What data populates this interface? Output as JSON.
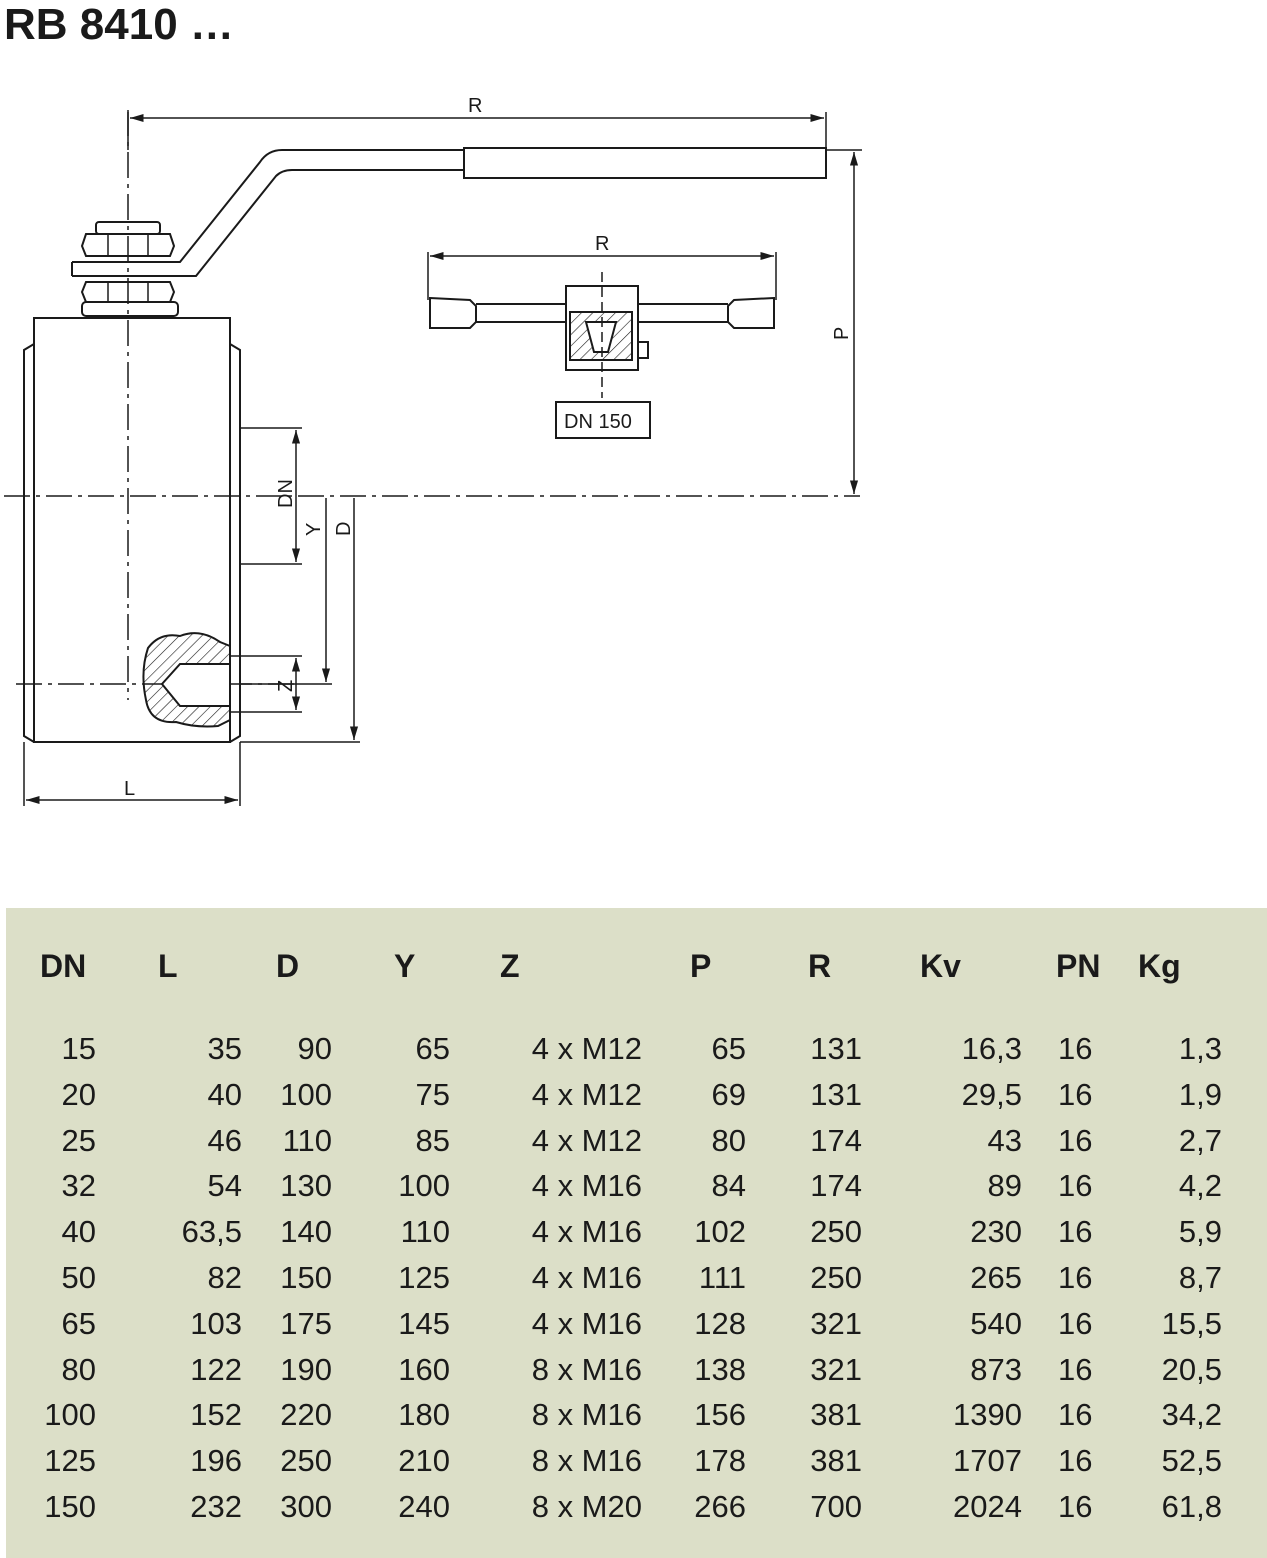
{
  "title": "RB 8410 …",
  "drawing": {
    "labels": {
      "r_top": "R",
      "r_inset": "R",
      "p": "P",
      "dn": "DN",
      "y": "Y",
      "d": "D",
      "z": "Z",
      "l": "L"
    },
    "inset_box": "DN 150"
  },
  "table": {
    "columns": [
      "DN",
      "L",
      "D",
      "Y",
      "Z",
      "P",
      "R",
      "Kv",
      "PN",
      "Kg"
    ],
    "rows": [
      [
        "15",
        "35",
        "90",
        "65",
        "4 x M12",
        "65",
        "131",
        "16,3",
        "16",
        "1,3"
      ],
      [
        "20",
        "40",
        "100",
        "75",
        "4 x M12",
        "69",
        "131",
        "29,5",
        "16",
        "1,9"
      ],
      [
        "25",
        "46",
        "110",
        "85",
        "4 x M12",
        "80",
        "174",
        "43",
        "16",
        "2,7"
      ],
      [
        "32",
        "54",
        "130",
        "100",
        "4 x M16",
        "84",
        "174",
        "89",
        "16",
        "4,2"
      ],
      [
        "40",
        "63,5",
        "140",
        "110",
        "4 x M16",
        "102",
        "250",
        "230",
        "16",
        "5,9"
      ],
      [
        "50",
        "82",
        "150",
        "125",
        "4 x M16",
        "111",
        "250",
        "265",
        "16",
        "8,7"
      ],
      [
        "65",
        "103",
        "175",
        "145",
        "4 x M16",
        "128",
        "321",
        "540",
        "16",
        "15,5"
      ],
      [
        "80",
        "122",
        "190",
        "160",
        "8 x M16",
        "138",
        "321",
        "873",
        "16",
        "20,5"
      ],
      [
        "100",
        "152",
        "220",
        "180",
        "8 x M16",
        "156",
        "381",
        "1390",
        "16",
        "34,2"
      ],
      [
        "125",
        "196",
        "250",
        "210",
        "8 x M16",
        "178",
        "381",
        "1707",
        "16",
        "52,5"
      ],
      [
        "150",
        "232",
        "300",
        "240",
        "8 x M20",
        "266",
        "700",
        "2024",
        "16",
        "61,8"
      ]
    ]
  }
}
